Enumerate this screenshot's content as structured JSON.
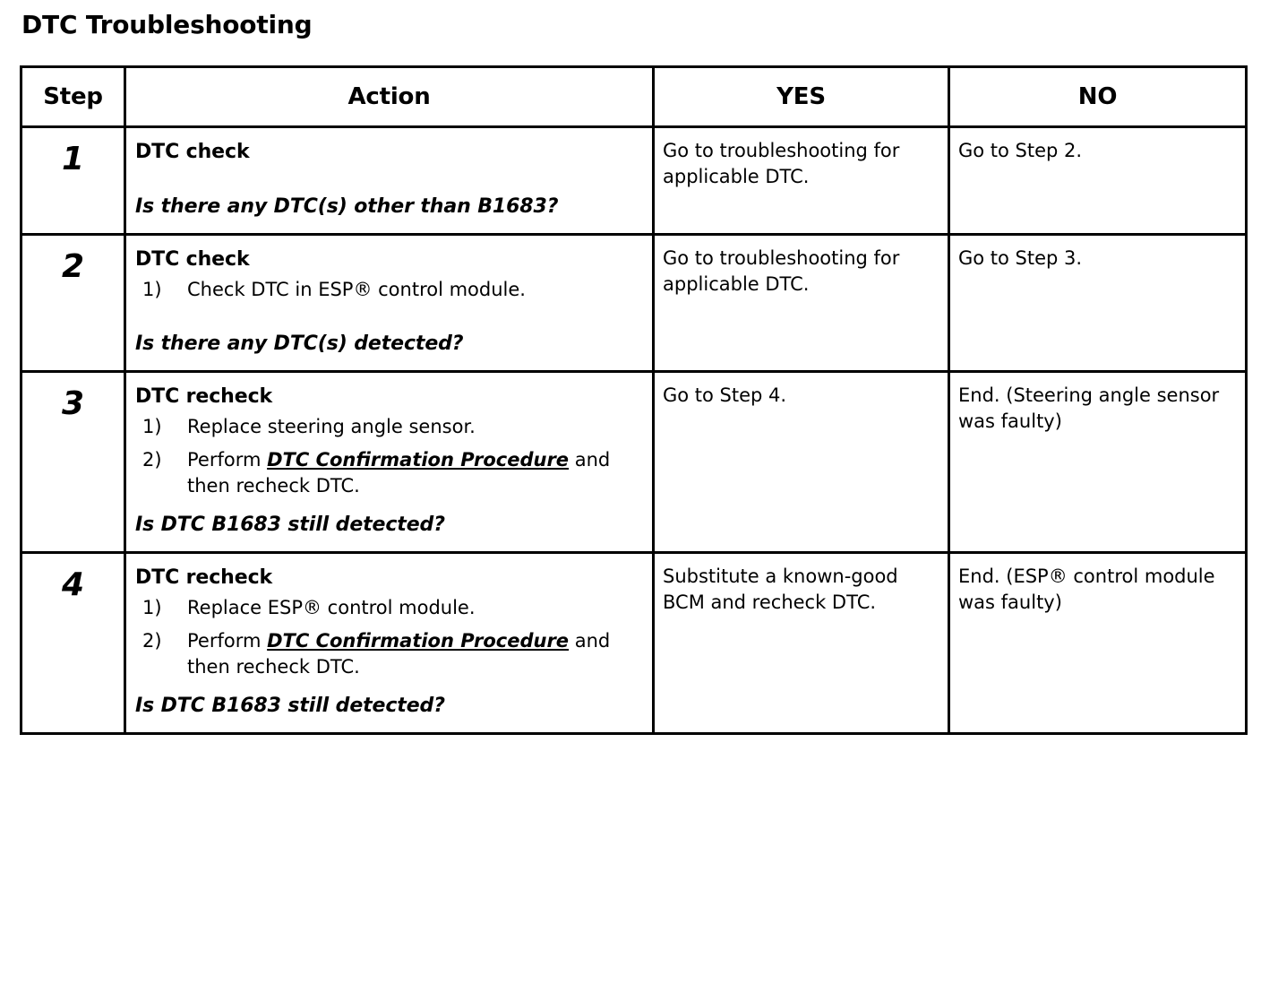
{
  "document": {
    "title": "DTC Troubleshooting"
  },
  "table": {
    "columns": [
      {
        "key": "step",
        "label": "Step"
      },
      {
        "key": "action",
        "label": "Action"
      },
      {
        "key": "yes",
        "label": "YES"
      },
      {
        "key": "no",
        "label": "NO"
      }
    ],
    "rows": [
      {
        "step": "1",
        "action": {
          "heading": "DTC check",
          "items": [],
          "question": "Is there any DTC(s) other than B1683?"
        },
        "yes": "Go to troubleshooting for applicable DTC.",
        "no": "Go to Step 2."
      },
      {
        "step": "2",
        "action": {
          "heading": "DTC check",
          "items": [
            {
              "marker": "1)",
              "text_before": "Check DTC in ESP® control module.",
              "emphasis": "",
              "text_after": ""
            }
          ],
          "question": "Is there any DTC(s) detected?"
        },
        "yes": "Go to troubleshooting for applicable DTC.",
        "no": "Go to Step 3."
      },
      {
        "step": "3",
        "action": {
          "heading": "DTC recheck",
          "items": [
            {
              "marker": "1)",
              "text_before": "Replace steering angle sensor.",
              "emphasis": "",
              "text_after": ""
            },
            {
              "marker": "2)",
              "text_before": "Perform ",
              "emphasis": "DTC Confirmation Procedure",
              "text_after": " and then recheck DTC."
            }
          ],
          "question": "Is DTC B1683 still detected?"
        },
        "yes": "Go to Step 4.",
        "no": "End. (Steering angle sensor was faulty)"
      },
      {
        "step": "4",
        "action": {
          "heading": "DTC recheck",
          "items": [
            {
              "marker": "1)",
              "text_before": "Replace ESP® control module.",
              "emphasis": "",
              "text_after": ""
            },
            {
              "marker": "2)",
              "text_before": "Perform ",
              "emphasis": "DTC Confirmation Procedure",
              "text_after": " and then recheck DTC."
            }
          ],
          "question": "Is DTC B1683 still detected?"
        },
        "yes": "Substitute a known-good BCM and recheck DTC.",
        "no": "End. (ESP® control module was faulty)"
      }
    ]
  },
  "style": {
    "border_color": "#000000",
    "text_color": "#000000",
    "background_color": "#ffffff"
  }
}
